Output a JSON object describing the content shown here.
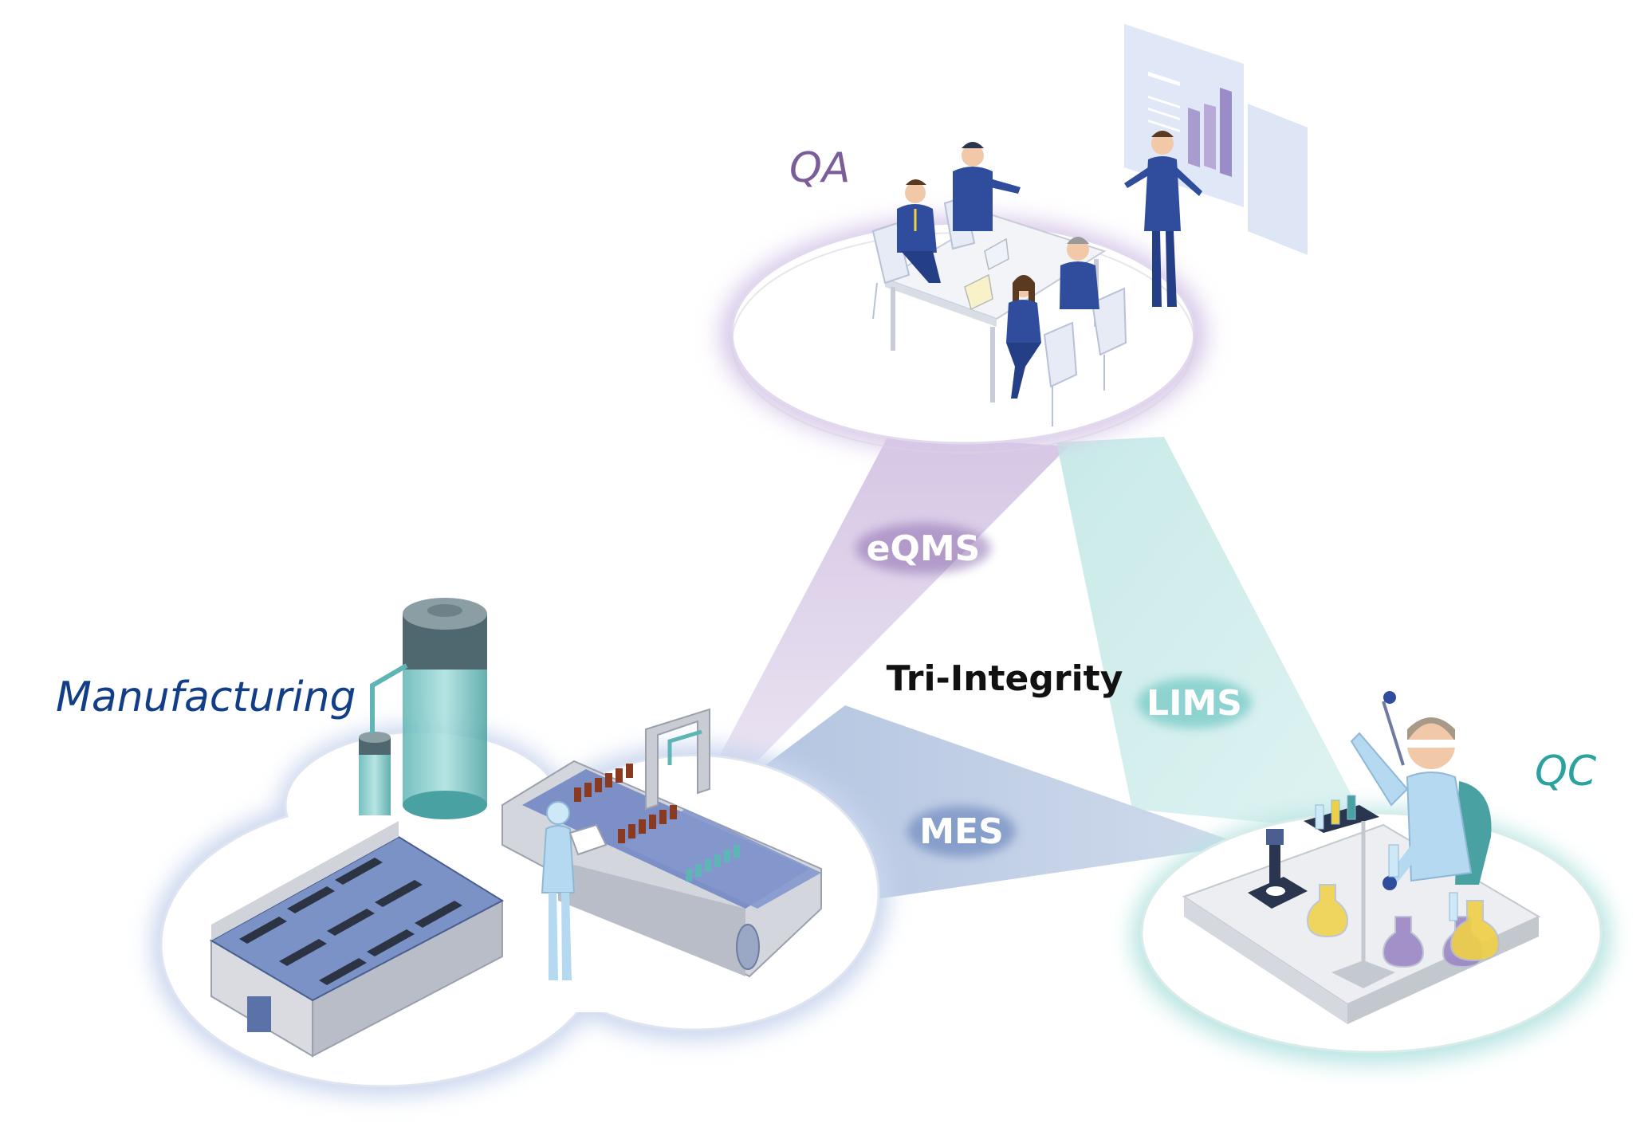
{
  "diagram": {
    "center_label": "Tri-Integrity",
    "nodes": {
      "qa": {
        "label": "QA",
        "color": "#7b5d9a"
      },
      "manufacturing": {
        "label": "Manufacturing",
        "color": "#123e87"
      },
      "qc": {
        "label": "QC",
        "color": "#2aa3a0"
      }
    },
    "links": {
      "eqms": {
        "label": "eQMS",
        "color": "#d9cfe5",
        "glow": "#8f6fb0"
      },
      "lims": {
        "label": "LIMS",
        "color": "#c9e9e8",
        "glow": "#55bdb8"
      },
      "mes": {
        "label": "MES",
        "color": "#c9d5e8",
        "glow": "#5a78b5"
      }
    }
  }
}
